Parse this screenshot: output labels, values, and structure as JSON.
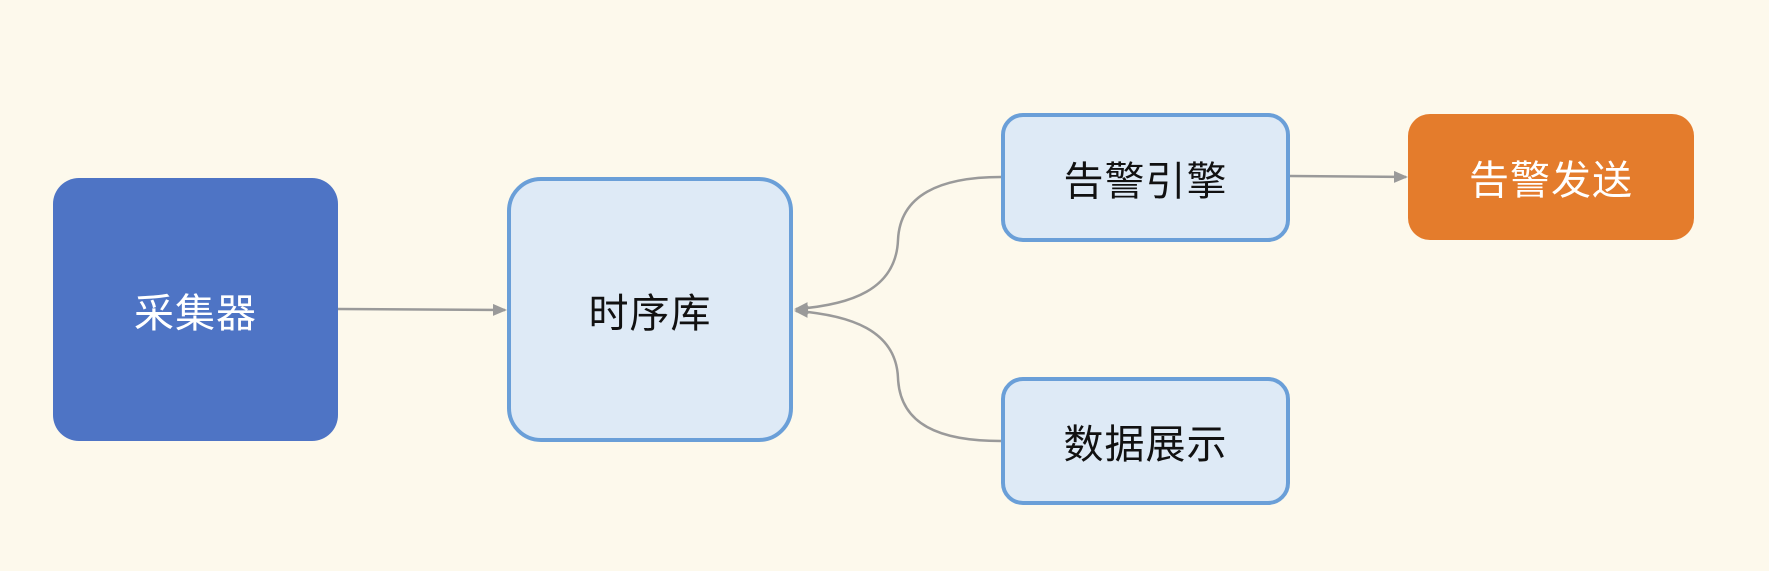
{
  "colors": {
    "background": "#fdf9ec",
    "collector_fill": "#4e74c5",
    "light_fill": "#deeaf6",
    "light_border": "#6a9fd8",
    "alert_send_fill": "#e47c2c",
    "edge": "#9a9a9a"
  },
  "nodes": {
    "collector": {
      "label": "采集器"
    },
    "tsdb": {
      "label": "时序库"
    },
    "alert_engine": {
      "label": "告警引擎"
    },
    "alert_send": {
      "label": "告警发送"
    },
    "display": {
      "label": "数据展示"
    }
  },
  "edges": [
    {
      "from": "collector",
      "to": "tsdb"
    },
    {
      "from": "alert_engine",
      "to": "tsdb"
    },
    {
      "from": "display",
      "to": "tsdb"
    },
    {
      "from": "alert_engine",
      "to": "alert_send"
    }
  ]
}
